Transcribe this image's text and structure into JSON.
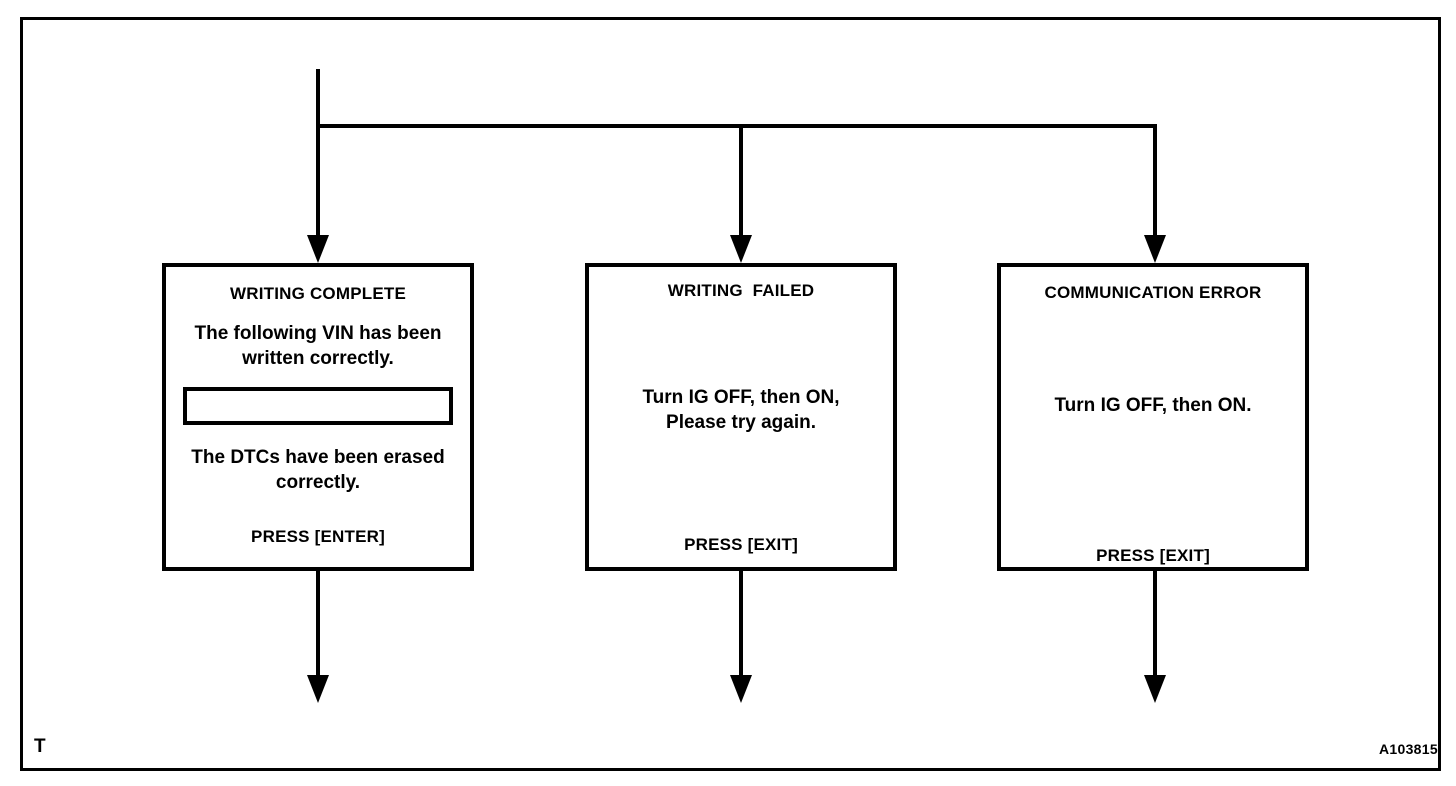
{
  "figure": {
    "corner_mark": "T",
    "figure_code": "A103815",
    "line_color": "#000000",
    "background_color": "#ffffff"
  },
  "flow": {
    "branch_count": 3,
    "inbound_label": "",
    "branches": [
      {
        "id": "writing-complete",
        "title": "WRITING COMPLETE",
        "body_top": "The following VIN has been\nwritten correctly.",
        "has_vin_field": true,
        "vin_field_value": "",
        "body_bottom": "The DTCs have been erased\ncorrectly.",
        "footer": "PRESS [ENTER]"
      },
      {
        "id": "writing-failed",
        "title": "WRITING  FAILED",
        "body_top": "",
        "has_vin_field": false,
        "vin_field_value": "",
        "body_bottom": "Turn IG OFF, then ON,\nPlease try again.",
        "footer": "PRESS [EXIT]"
      },
      {
        "id": "communication-error",
        "title": "COMMUNICATION ERROR",
        "body_top": "",
        "has_vin_field": false,
        "vin_field_value": "",
        "body_bottom": "Turn IG OFF, then ON.",
        "footer": "PRESS [EXIT]"
      }
    ]
  }
}
